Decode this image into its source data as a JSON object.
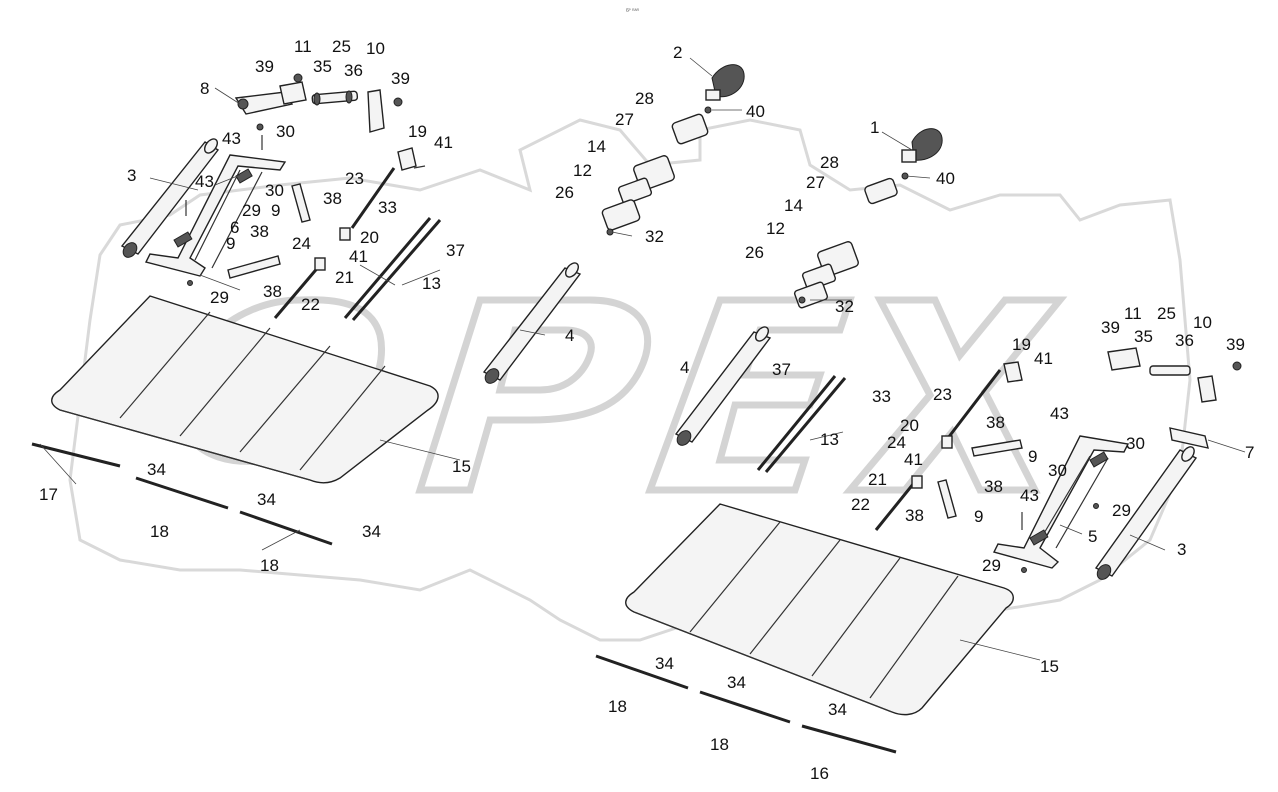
{
  "header_mark": "6ᴾ ᴿᴬᴿ",
  "watermark_text": "OPEX",
  "callouts": [
    {
      "id": "c1",
      "text": "11"
    },
    {
      "id": "c2",
      "text": "25"
    },
    {
      "id": "c3",
      "text": "10"
    },
    {
      "id": "c4",
      "text": "39"
    },
    {
      "id": "c5",
      "text": "35"
    },
    {
      "id": "c6",
      "text": "36"
    },
    {
      "id": "c7",
      "text": "39"
    },
    {
      "id": "c8",
      "text": "8"
    },
    {
      "id": "c9",
      "text": "43"
    },
    {
      "id": "c10",
      "text": "30"
    },
    {
      "id": "c11",
      "text": "19"
    },
    {
      "id": "c12",
      "text": "41"
    },
    {
      "id": "c13",
      "text": "3"
    },
    {
      "id": "c14",
      "text": "43"
    },
    {
      "id": "c15",
      "text": "30"
    },
    {
      "id": "c16",
      "text": "38"
    },
    {
      "id": "c17",
      "text": "23"
    },
    {
      "id": "c18",
      "text": "29"
    },
    {
      "id": "c19",
      "text": "9"
    },
    {
      "id": "c20",
      "text": "33"
    },
    {
      "id": "c21",
      "text": "6"
    },
    {
      "id": "c22",
      "text": "38"
    },
    {
      "id": "c23",
      "text": "20"
    },
    {
      "id": "c24",
      "text": "9"
    },
    {
      "id": "c25",
      "text": "24"
    },
    {
      "id": "c26",
      "text": "37"
    },
    {
      "id": "c27",
      "text": "41"
    },
    {
      "id": "c28",
      "text": "21"
    },
    {
      "id": "c29",
      "text": "13"
    },
    {
      "id": "c30",
      "text": "29"
    },
    {
      "id": "c31",
      "text": "38"
    },
    {
      "id": "c32",
      "text": "22"
    },
    {
      "id": "c33",
      "text": "2"
    },
    {
      "id": "c34",
      "text": "40"
    },
    {
      "id": "c35",
      "text": "28"
    },
    {
      "id": "c36",
      "text": "27"
    },
    {
      "id": "c37",
      "text": "14"
    },
    {
      "id": "c38",
      "text": "12"
    },
    {
      "id": "c39",
      "text": "26"
    },
    {
      "id": "c40",
      "text": "32"
    },
    {
      "id": "c41",
      "text": "4"
    },
    {
      "id": "c42",
      "text": "1"
    },
    {
      "id": "c43",
      "text": "40"
    },
    {
      "id": "c44",
      "text": "28"
    },
    {
      "id": "c45",
      "text": "27"
    },
    {
      "id": "c46",
      "text": "14"
    },
    {
      "id": "c47",
      "text": "12"
    },
    {
      "id": "c48",
      "text": "26"
    },
    {
      "id": "c49",
      "text": "32"
    },
    {
      "id": "c50",
      "text": "4"
    },
    {
      "id": "c51",
      "text": "37"
    },
    {
      "id": "c52",
      "text": "33"
    },
    {
      "id": "c53",
      "text": "13"
    },
    {
      "id": "c54",
      "text": "19"
    },
    {
      "id": "c55",
      "text": "41"
    },
    {
      "id": "c56",
      "text": "23"
    },
    {
      "id": "c57",
      "text": "38"
    },
    {
      "id": "c58",
      "text": "20"
    },
    {
      "id": "c59",
      "text": "24"
    },
    {
      "id": "c60",
      "text": "41"
    },
    {
      "id": "c61",
      "text": "21"
    },
    {
      "id": "c62",
      "text": "9"
    },
    {
      "id": "c63",
      "text": "38"
    },
    {
      "id": "c64",
      "text": "22"
    },
    {
      "id": "c65",
      "text": "38"
    },
    {
      "id": "c66",
      "text": "9"
    },
    {
      "id": "c67",
      "text": "39"
    },
    {
      "id": "c68",
      "text": "11"
    },
    {
      "id": "c69",
      "text": "25"
    },
    {
      "id": "c70",
      "text": "10"
    },
    {
      "id": "c71",
      "text": "39"
    },
    {
      "id": "c72",
      "text": "35"
    },
    {
      "id": "c73",
      "text": "36"
    },
    {
      "id": "c74",
      "text": "43"
    },
    {
      "id": "c75",
      "text": "30"
    },
    {
      "id": "c76",
      "text": "7"
    },
    {
      "id": "c77",
      "text": "30"
    },
    {
      "id": "c78",
      "text": "43"
    },
    {
      "id": "c79",
      "text": "29"
    },
    {
      "id": "c80",
      "text": "5"
    },
    {
      "id": "c81",
      "text": "3"
    },
    {
      "id": "c82",
      "text": "29"
    },
    {
      "id": "c83",
      "text": "15"
    },
    {
      "id": "c84",
      "text": "17"
    },
    {
      "id": "c85",
      "text": "34"
    },
    {
      "id": "c86",
      "text": "18"
    },
    {
      "id": "c87",
      "text": "34"
    },
    {
      "id": "c88",
      "text": "34"
    },
    {
      "id": "c89",
      "text": "18"
    },
    {
      "id": "c90",
      "text": "15"
    },
    {
      "id": "c91",
      "text": "34"
    },
    {
      "id": "c92",
      "text": "18"
    },
    {
      "id": "c93",
      "text": "34"
    },
    {
      "id": "c94",
      "text": "34"
    },
    {
      "id": "c95",
      "text": "18"
    },
    {
      "id": "c96",
      "text": "16"
    }
  ]
}
